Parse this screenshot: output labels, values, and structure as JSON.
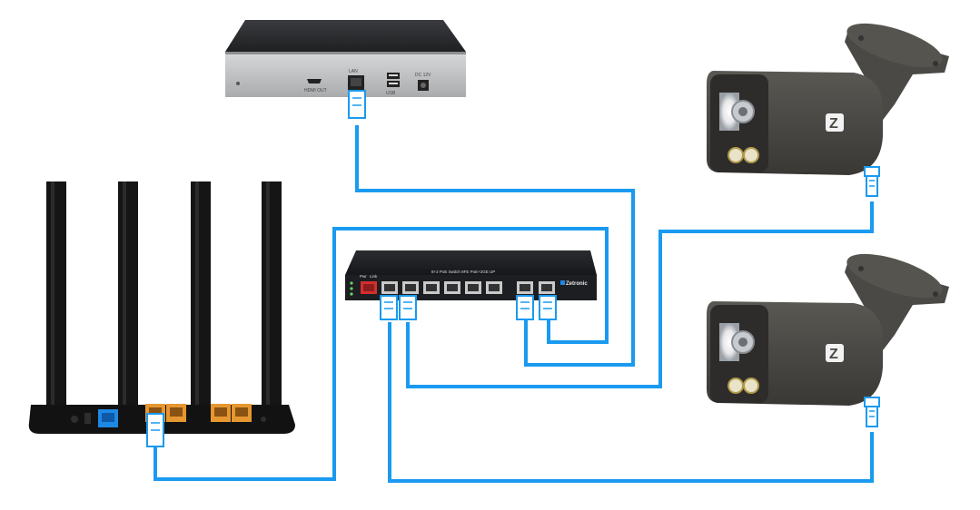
{
  "nvr": {
    "port_labels": [
      "HDMI OUT",
      "LAN",
      "USB",
      "DC 12V"
    ]
  },
  "switch": {
    "model_text": "8+2 PoE Switch 8FE PoE+2GE UP",
    "brand": "Zetronic",
    "led_labels": [
      "Pwr",
      "Link"
    ],
    "colors": {
      "body": "#1d1e21",
      "accent_port": "#d32f2f"
    }
  },
  "camera": {
    "logo": "Z",
    "colors": {
      "body": "#4a4844"
    }
  },
  "router": {
    "colors": {
      "body": "#121212",
      "wan_port": "#1e88e5",
      "lan_port": "#e6972f"
    }
  },
  "cable": {
    "color": "#1a9af0",
    "connector_icon": "rj45-plug-icon"
  }
}
